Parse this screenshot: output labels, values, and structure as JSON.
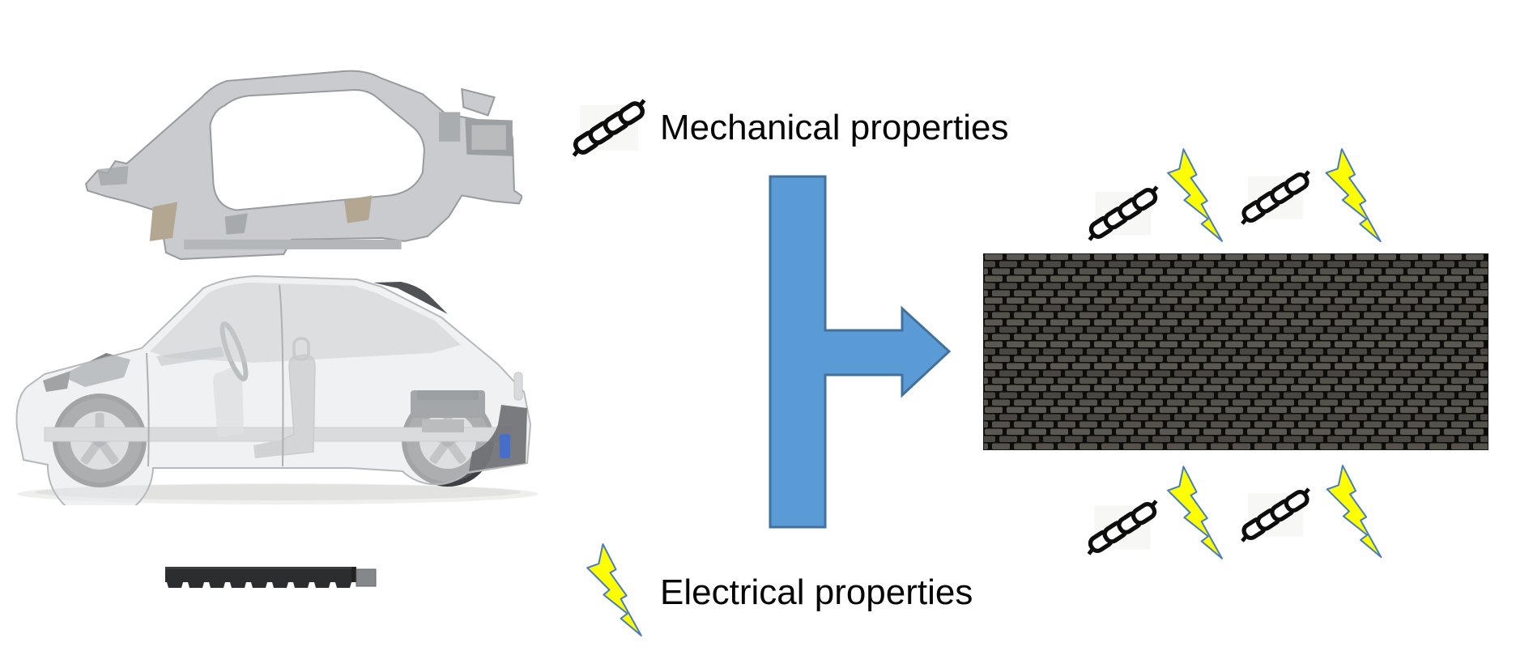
{
  "figure": {
    "type": "concept-diagram",
    "background": "#ffffff",
    "labels": {
      "mechanical": "Mechanical properties",
      "electrical": "Electrical properties"
    },
    "images": {
      "car_frame": "car body side-frame structure (grey 3D render)",
      "car": "electric car cutaway side view (semi-transparent render)",
      "battery": "flat battery pack module (dark segmented bar)",
      "composite": "carbon fiber twill weave sheet"
    },
    "icons": {
      "chain": "chain-icon (mechanical property marker)",
      "lightning": "lightning-icon (electrical property marker)",
      "arrow": "merge-arrow pointing right into composite sheet"
    },
    "composite_markers": {
      "top_row": [
        "chain",
        "lightning",
        "chain",
        "lightning"
      ],
      "bottom_row": [
        "chain",
        "lightning",
        "chain",
        "lightning"
      ]
    },
    "colors": {
      "arrow_fill": "#5b9bd5",
      "arrow_border": "#41719c",
      "lightning_fill": "#ffff00",
      "lightning_border": "#4a7ebb",
      "chain": "#0d0d0d",
      "text": "#050505",
      "carbon_base": "#0d0d0c",
      "carbon_weave_light": "#5b5852",
      "carbon_weave_dark": "#4a4742",
      "battery_body": "#2b2d2f",
      "battery_end_cap": "#85888b",
      "car_body": "#e6e8ea",
      "frame_body": "#c9cbce"
    }
  }
}
